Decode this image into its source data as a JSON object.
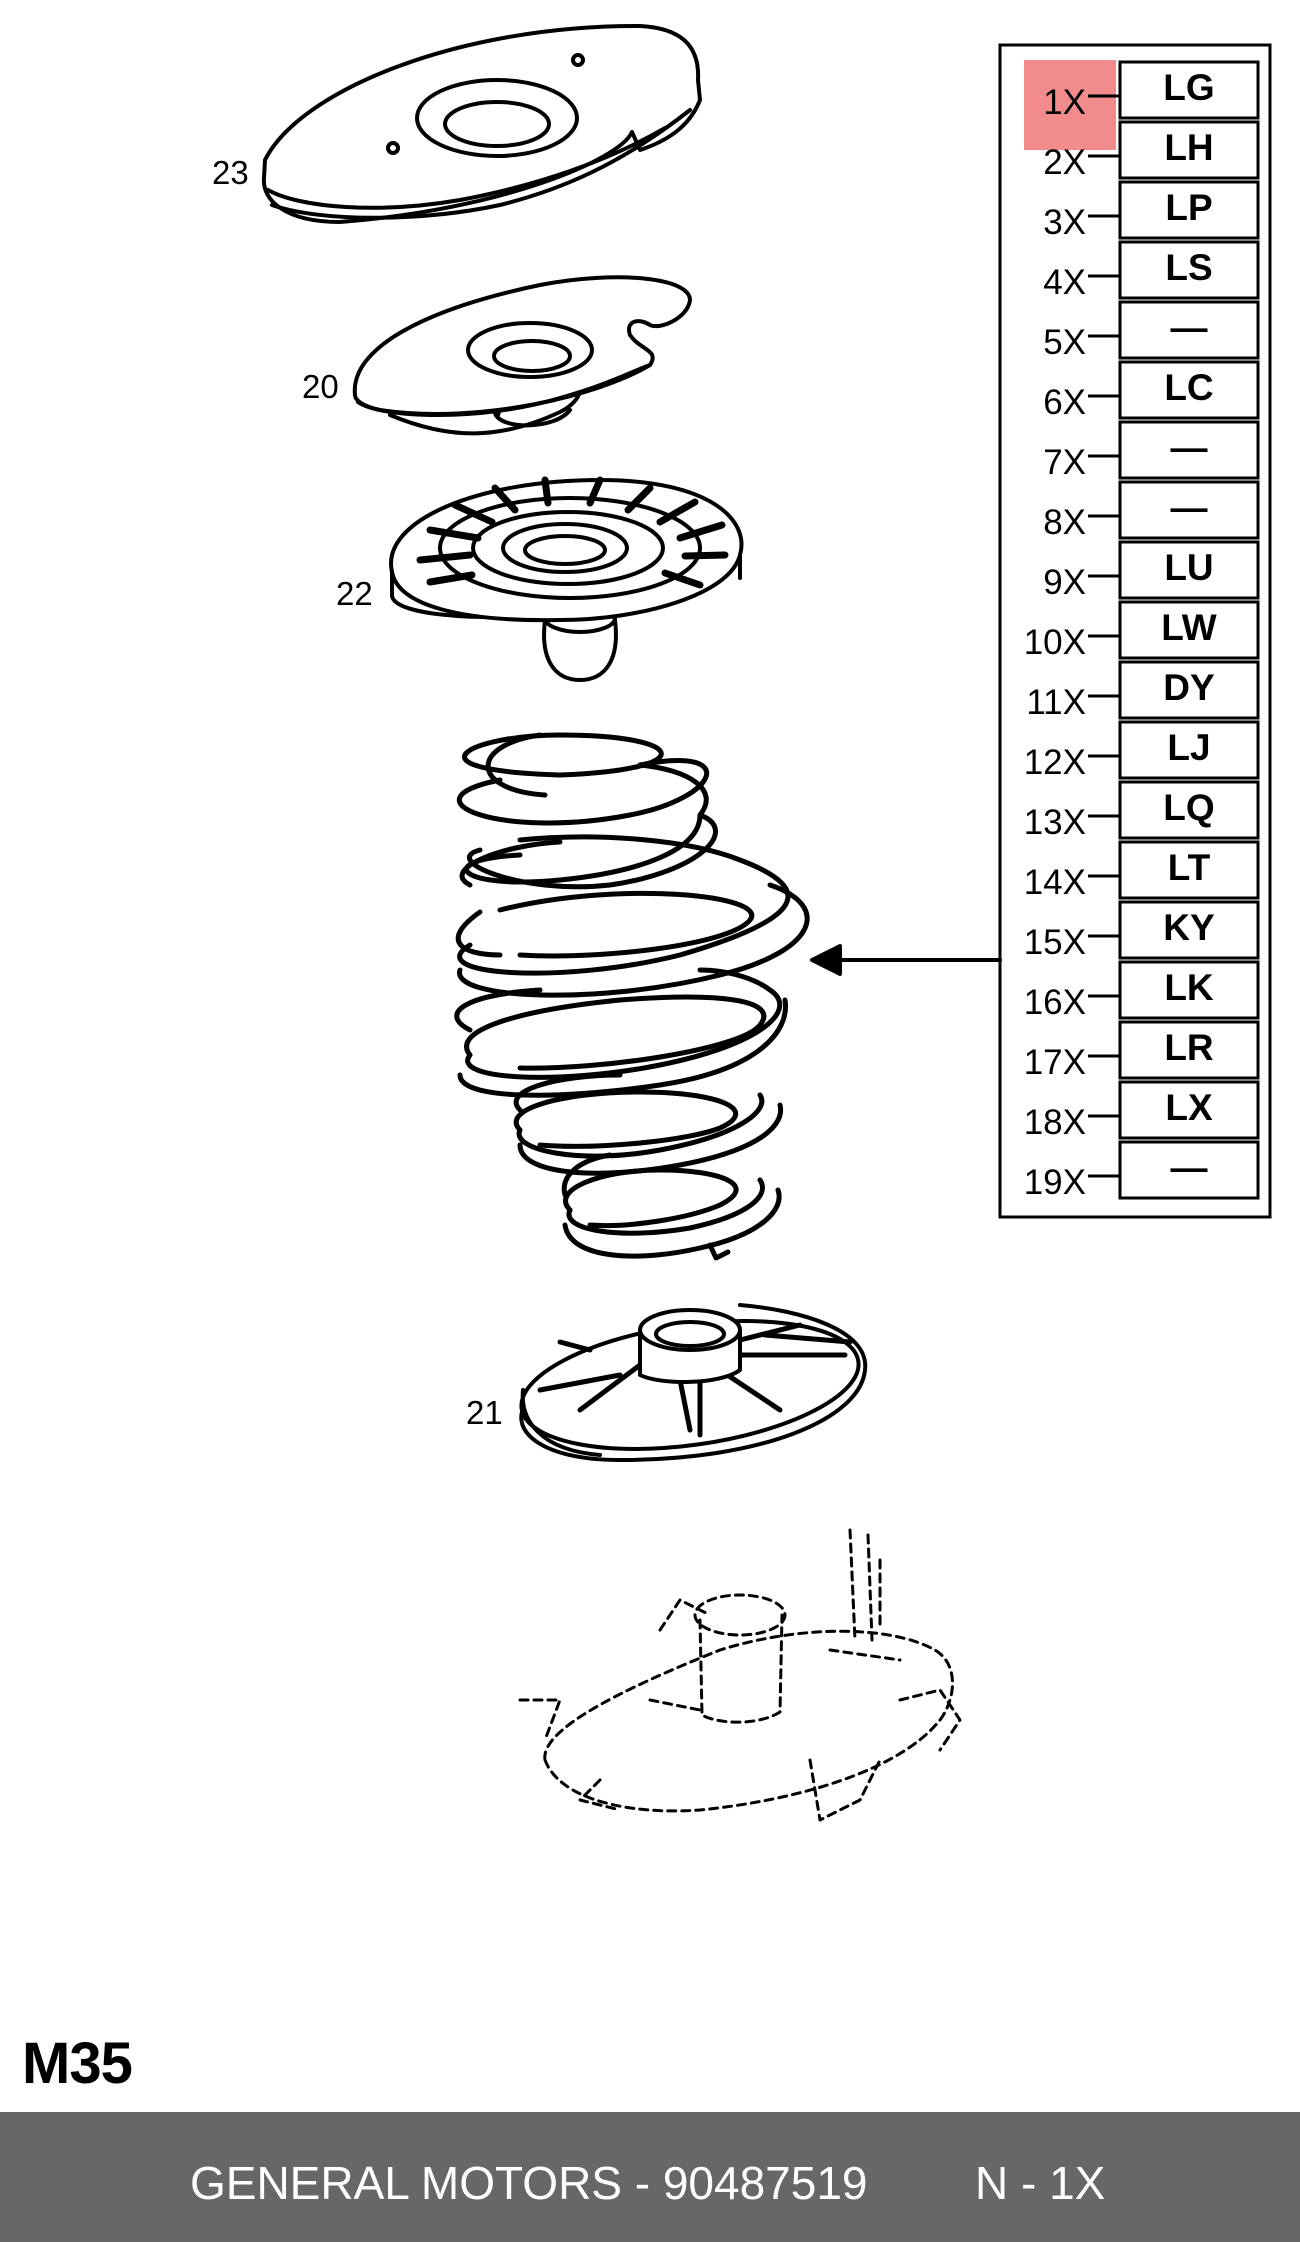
{
  "diagram": {
    "callouts": [
      "23",
      "20",
      "22",
      "21"
    ],
    "variant_table": {
      "rows": [
        {
          "label": "1X",
          "code": "LG"
        },
        {
          "label": "2X",
          "code": "LH"
        },
        {
          "label": "3X",
          "code": "LP"
        },
        {
          "label": "4X",
          "code": "LS"
        },
        {
          "label": "5X",
          "code": "—"
        },
        {
          "label": "6X",
          "code": "LC"
        },
        {
          "label": "7X",
          "code": "—"
        },
        {
          "label": "8X",
          "code": "—"
        },
        {
          "label": "9X",
          "code": "LU"
        },
        {
          "label": "10X",
          "code": "LW"
        },
        {
          "label": "11X",
          "code": "DY"
        },
        {
          "label": "12X",
          "code": "LJ"
        },
        {
          "label": "13X",
          "code": "LQ"
        },
        {
          "label": "14X",
          "code": "LT"
        },
        {
          "label": "15X",
          "code": "KY"
        },
        {
          "label": "16X",
          "code": "LK"
        },
        {
          "label": "17X",
          "code": "LR"
        },
        {
          "label": "18X",
          "code": "LX"
        },
        {
          "label": "19X",
          "code": "—"
        }
      ],
      "highlighted_row": "1X",
      "highlight_color": "#f28b8b"
    }
  },
  "page_code": "M35",
  "footer": {
    "part_text": "GENERAL MOTORS - 90487519",
    "qty_text": "N - 1X"
  }
}
